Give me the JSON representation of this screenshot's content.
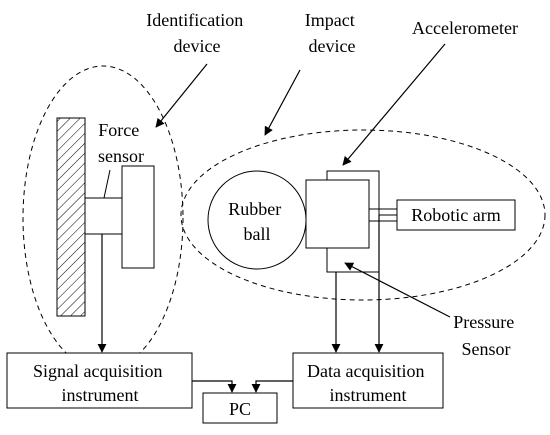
{
  "labels": {
    "identification_device": [
      "Identification",
      "device"
    ],
    "impact_device": [
      "Impact",
      "device"
    ],
    "accelerometer": "Accelerometer",
    "force_sensor": [
      "Force",
      "sensor"
    ],
    "rubber_ball": [
      "Rubber",
      "ball"
    ],
    "robotic_arm": "Robotic arm",
    "pressure_sensor": [
      "Pressure",
      "Sensor"
    ],
    "signal_acquisition": [
      "Signal acquisition",
      "instrument"
    ],
    "data_acquisition": [
      "Data acquisition",
      "instrument"
    ],
    "pc": "PC"
  },
  "colors": {
    "stroke": "#000000",
    "fill": "#ffffff"
  }
}
